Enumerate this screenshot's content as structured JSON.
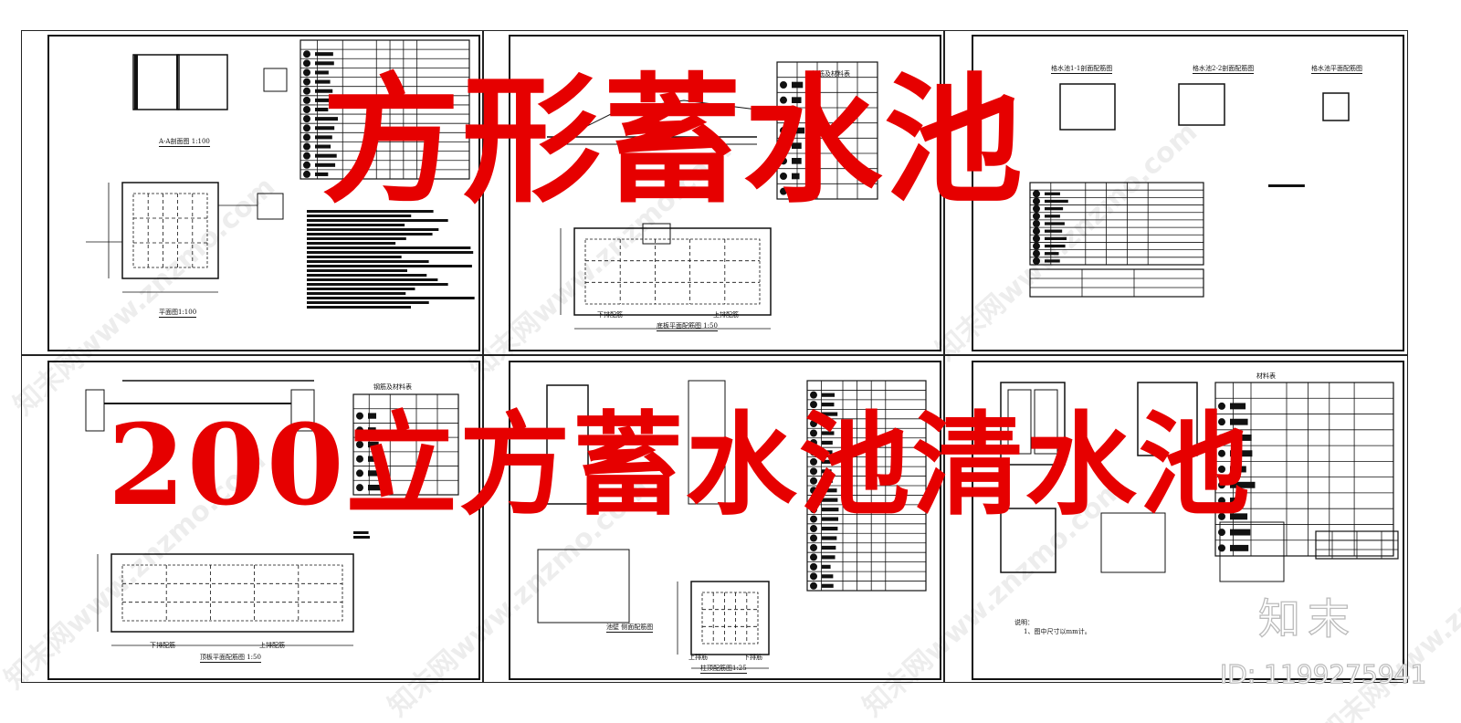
{
  "title_overlay": {
    "line1": "方形蓄水池",
    "line2": "200立方蓄水池清水池",
    "color": "#e60000"
  },
  "watermark": {
    "text": "知末网www.znzmo.com",
    "logo": "知末",
    "id_label": "ID: 1199275941"
  },
  "sheets": [
    {
      "captions": [
        "A-A剖面图 1:100",
        "平面图1:100"
      ]
    },
    {
      "captions": [
        "钢筋及材料表",
        "底板平面配筋图 1:50",
        "下排配筋",
        "上排配筋"
      ]
    },
    {
      "captions": [
        "格水池1-1剖面配筋图",
        "格水池2-2剖面配筋图",
        "格水池平面配筋图"
      ]
    },
    {
      "captions": [
        "钢筋及材料表",
        "顶板平面配筋图 1:50",
        "下排配筋",
        "上排配筋"
      ]
    },
    {
      "captions": [
        "池壁 侧面配筋图",
        "柱顶配筋图1:25",
        "上排筋",
        "下排筋"
      ]
    },
    {
      "captions": [
        "材料表",
        "说明：",
        "1、图中尺寸以mm计。"
      ]
    }
  ]
}
